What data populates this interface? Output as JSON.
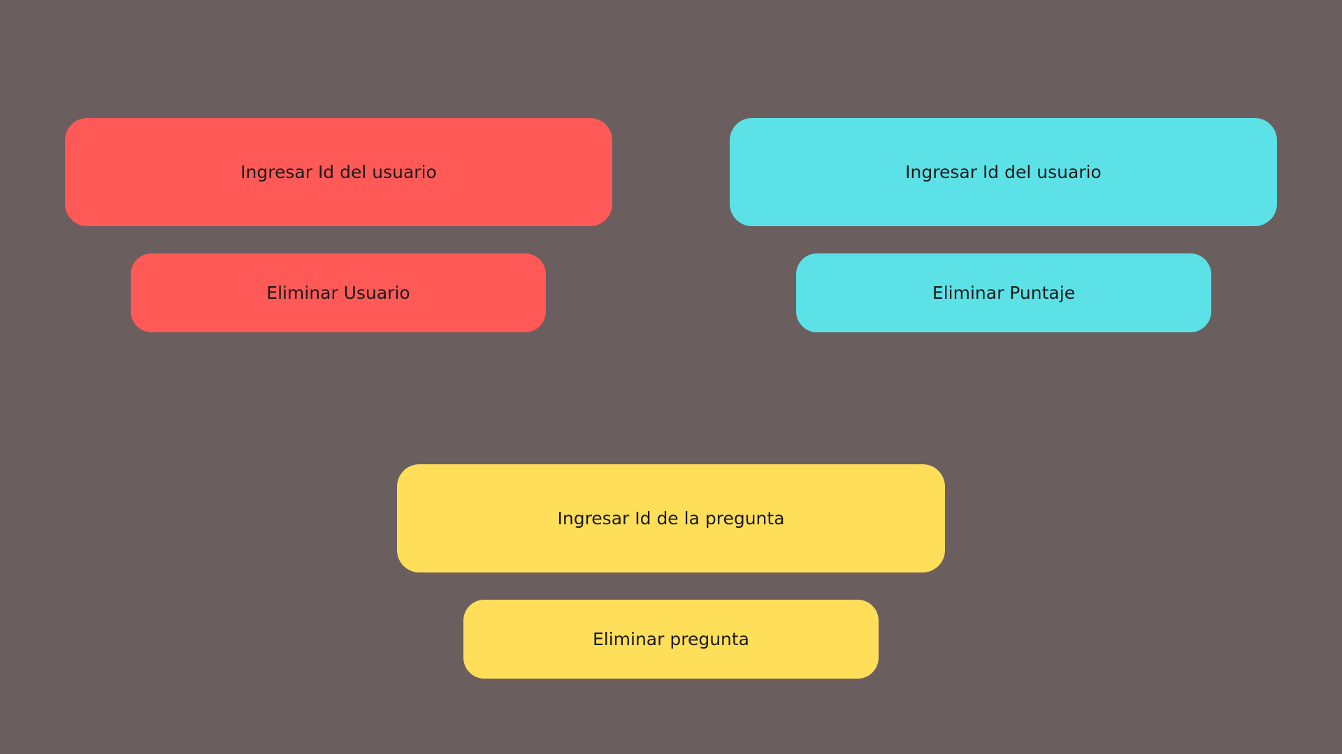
{
  "colors": {
    "background": "#6b5e5e",
    "user_panel": "#ff5a58",
    "score_panel": "#5ce1e6",
    "question_panel": "#ffde59",
    "text": "#1a1a1a"
  },
  "user_section": {
    "input_label": "Ingresar Id del usuario",
    "button_label": "Eliminar Usuario"
  },
  "score_section": {
    "input_label": "Ingresar Id del usuario",
    "button_label": "Eliminar Puntaje"
  },
  "question_section": {
    "input_label": "Ingresar Id de la pregunta",
    "button_label": "Eliminar pregunta"
  }
}
